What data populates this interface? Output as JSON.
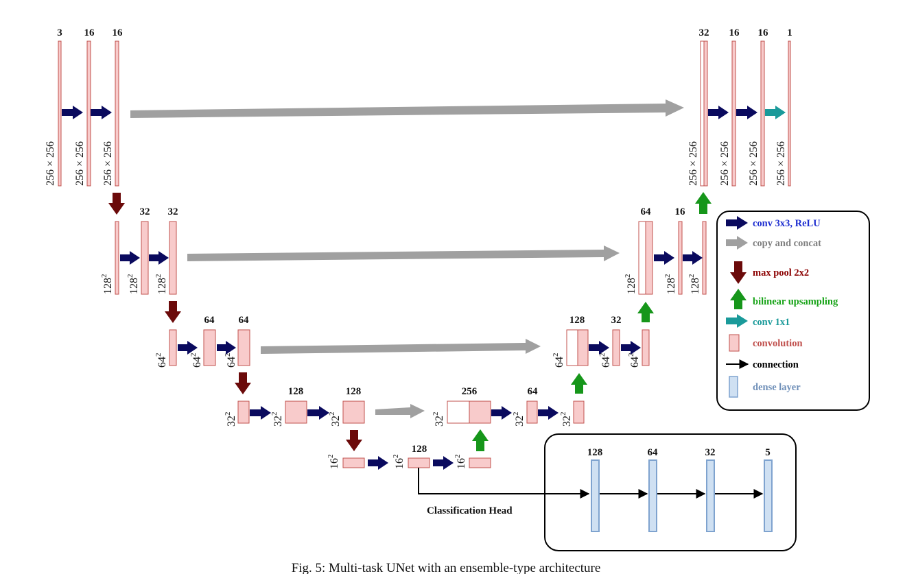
{
  "colors": {
    "conv": "#f8cbcb",
    "conv_border": "#c0504d",
    "conv_arrow": "#0a0a5e",
    "copy_arrow": "#a0a0a0",
    "pool_arrow": "#6b0a0a",
    "up_arrow": "#16961a",
    "conv1x1_arrow": "#1a9a9a",
    "dense_fill": "#cfe0f2",
    "dense_border": "#7fa3cf",
    "connection": "#000000"
  },
  "channels": {
    "enc1": [
      "3",
      "16",
      "16"
    ],
    "enc2": [
      "32",
      "32"
    ],
    "enc3": [
      "64",
      "64"
    ],
    "enc4": [
      "128",
      "128"
    ],
    "bottleneck": "128",
    "dec4": [
      "256",
      "64"
    ],
    "dec3": [
      "128",
      "32"
    ],
    "dec2": [
      "64",
      "16"
    ],
    "dec1": [
      "32",
      "16",
      "16",
      "1"
    ]
  },
  "dims": {
    "full": "256 × 256",
    "d128": "128",
    "d64": "64",
    "d32": "32",
    "d16": "16",
    "sq": "2"
  },
  "legend": {
    "conv": "conv 3x3, ReLU",
    "copy": "copy and concat",
    "pool": "max pool 2x2",
    "up": "bilinear upsampling",
    "conv1x1": "conv 1x1",
    "convolution": "convolution",
    "connection": "connection",
    "dense": "dense layer"
  },
  "legend_colors": {
    "conv": "#1f2fd0",
    "copy": "#808080",
    "pool": "#8b0000",
    "up": "#17a317",
    "conv1x1": "#1a9a9a",
    "convolution": "#c0504d",
    "connection": "#000000",
    "dense": "#6f8fb8"
  },
  "head": {
    "label": "Classification Head",
    "units": [
      "128",
      "64",
      "32",
      "5"
    ]
  },
  "caption": "Fig. 5: Multi-task UNet with an ensemble-type architecture"
}
